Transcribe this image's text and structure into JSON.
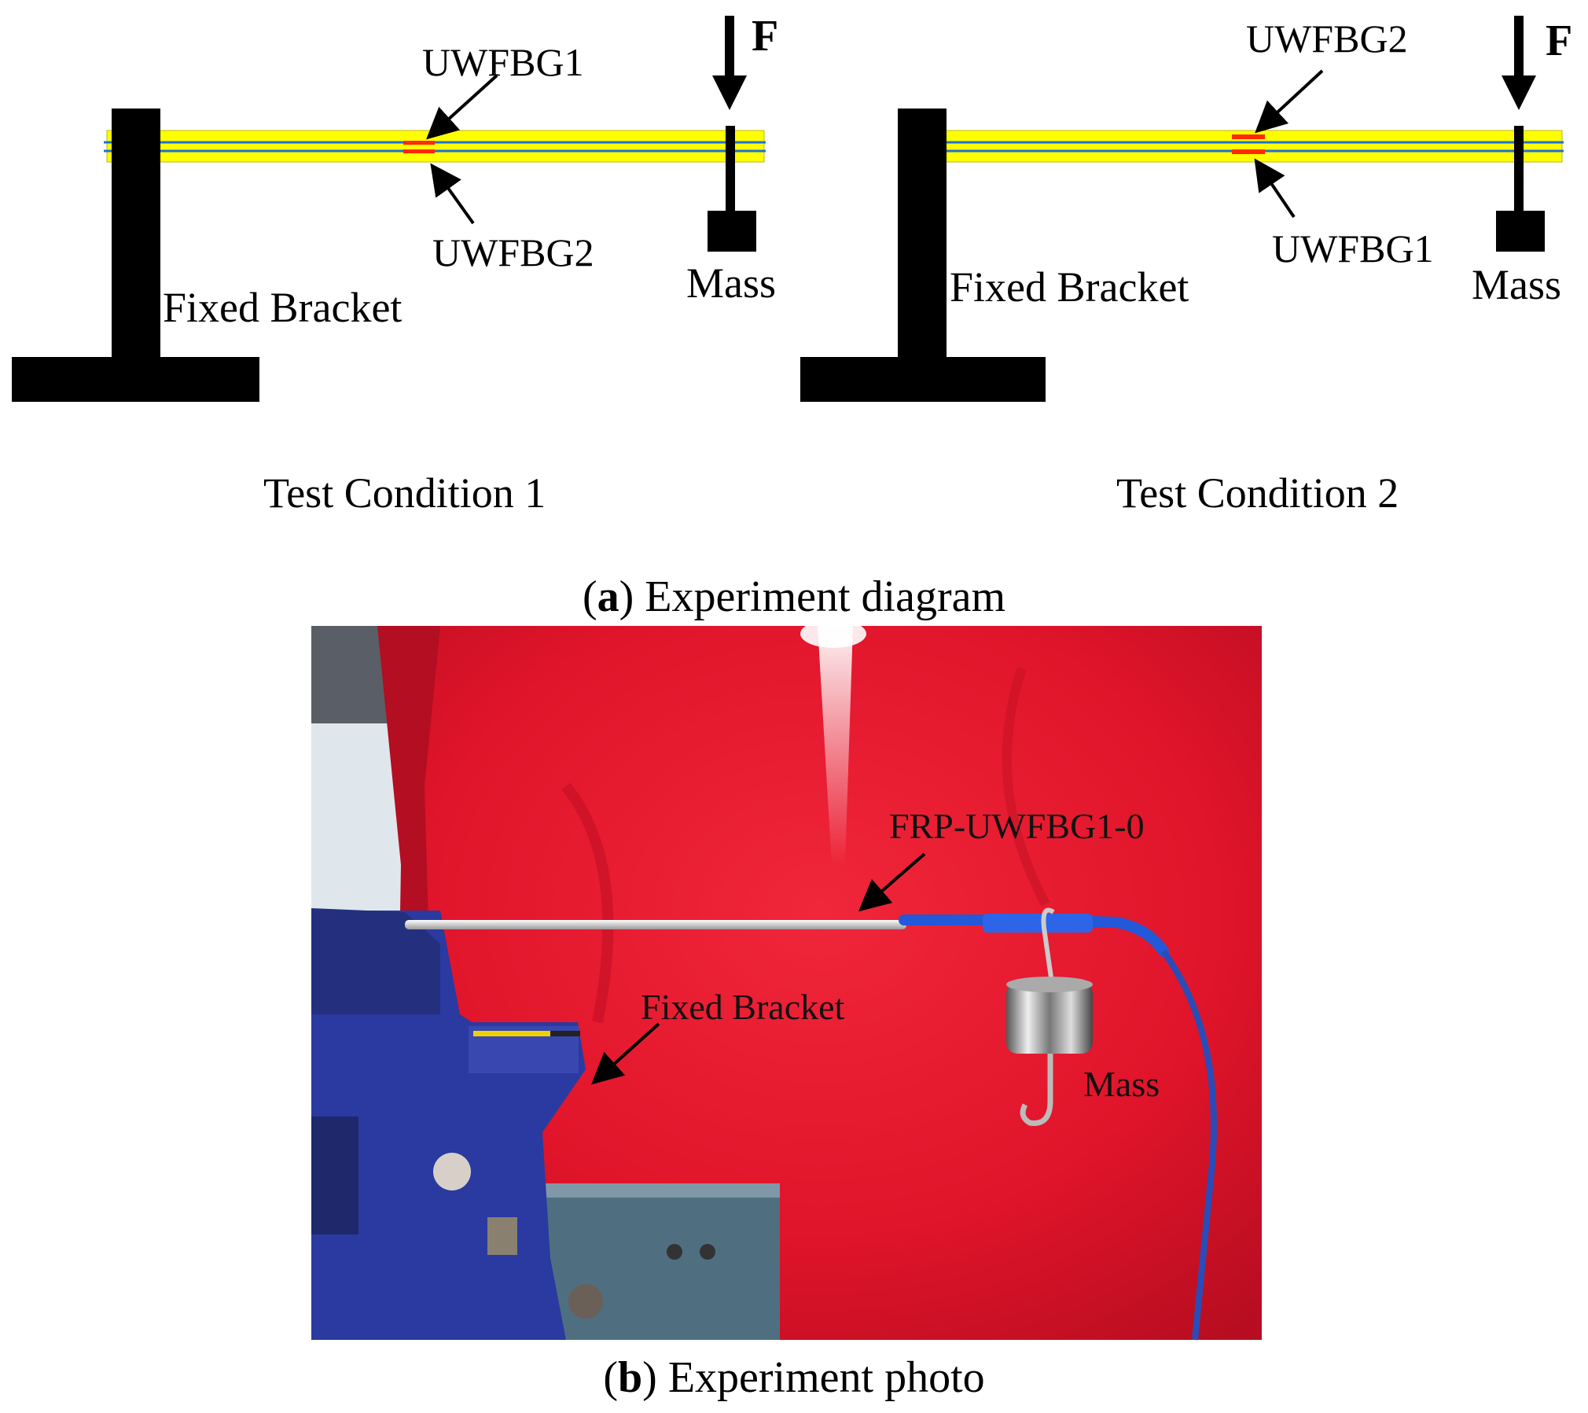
{
  "panel_a": {
    "condition_1": {
      "sensor_top": "UWFBG1",
      "sensor_bottom": "UWFBG2",
      "force": "F",
      "mass": "Mass",
      "bracket": "Fixed Bracket",
      "title": "Test Condition 1"
    },
    "condition_2": {
      "sensor_top": "UWFBG2",
      "sensor_bottom": "UWFBG1",
      "force": "F",
      "mass": "Mass",
      "bracket": "Fixed Bracket",
      "title": "Test Condition 2"
    },
    "caption_letter": "a",
    "caption_text": " Experiment diagram"
  },
  "panel_b": {
    "label_rod": "FRP-UWFBG1-0",
    "label_bracket": "Fixed Bracket",
    "label_mass": "Mass",
    "caption_letter": "b",
    "caption_text": " Experiment photo"
  },
  "colors": {
    "beam": "#ffff00",
    "fiber": "#1f6fd8",
    "grating": "#ff2a00",
    "backdrop": "#e3172c",
    "vise": "#2a3aa0"
  }
}
